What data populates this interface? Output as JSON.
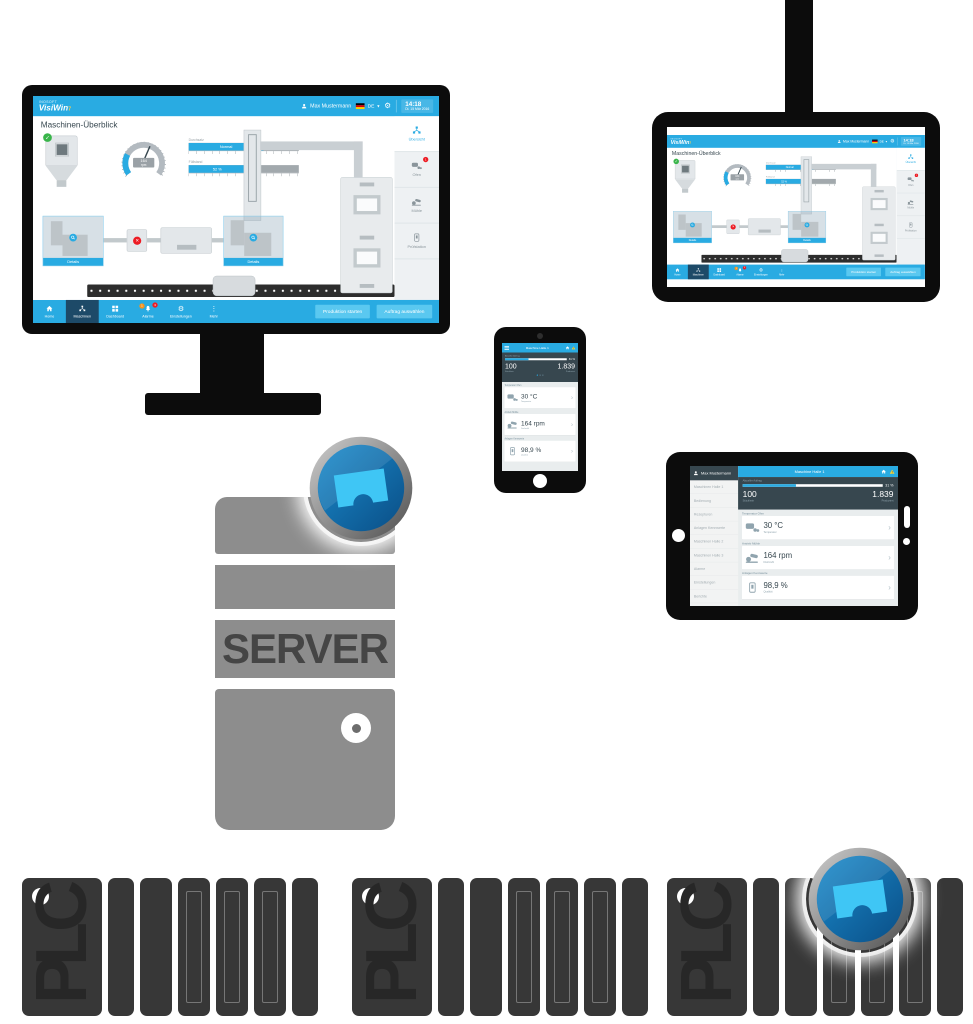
{
  "brand": {
    "company": "INOSOFT",
    "name": "VisiWin",
    "version": "7"
  },
  "desktop_hmi": {
    "topbar": {
      "user": "Max Mustermann",
      "language": "DE",
      "time": "14:18",
      "date": "Di. 15 Mär 2016"
    },
    "title": "Maschinen-Überblick",
    "gauge": {
      "value": "164",
      "unit": "rpm"
    },
    "meters": [
      {
        "label": "Durchsatz",
        "text": "Normal",
        "pct": 68
      },
      {
        "label": "Füllstand",
        "text": "52 %",
        "pct": 52
      }
    ],
    "stations": [
      {
        "label": "Details"
      },
      {
        "label": "Details"
      }
    ],
    "sidebar": [
      {
        "label": "Übersicht"
      },
      {
        "label": "Ofen",
        "badge": "1"
      },
      {
        "label": "Mühle"
      },
      {
        "label": "Prüfstation"
      }
    ],
    "nav": [
      {
        "label": "Home"
      },
      {
        "label": "Maschinen"
      },
      {
        "label": "Dashboard"
      },
      {
        "label": "Alarme",
        "badge_warn": "1",
        "badge_alarm": "3"
      },
      {
        "label": "Einstellungen"
      },
      {
        "label": "Mehr"
      }
    ],
    "buttons": [
      "Produktion starten",
      "Auftrag auswählen"
    ]
  },
  "mobile_hmi": {
    "title": "Maschine Halle 1",
    "progress_label": "Aktueller Auftrag",
    "progress_value": "31 %",
    "progress_pct": 38,
    "stats": [
      {
        "value": "100",
        "caption": "Stück/min"
      },
      {
        "value": "1.839",
        "caption": "Produziert"
      }
    ],
    "cards": [
      {
        "header": "Temperatur Ofen",
        "value": "30 °C",
        "caption": "Temperatur"
      },
      {
        "header": "Antrieb Mühle",
        "value": "164 rpm",
        "caption": "Drehzahl"
      },
      {
        "header": "Anlagen Kennwerte",
        "value": "98,9 %",
        "caption": "Qualität"
      }
    ]
  },
  "tablet_menu": {
    "user": "Max Mustermann",
    "items": [
      "Maschinen Halle 1",
      "Bedienung",
      "Rezepturen",
      "Anlagen Kennwerte",
      "Maschinen Halle 2",
      "Maschinen Halle 3",
      "Alarme",
      "Einstellungen",
      "Berichte"
    ]
  },
  "server": {
    "label": "SERVER"
  },
  "plc": {
    "label": "PLC"
  }
}
